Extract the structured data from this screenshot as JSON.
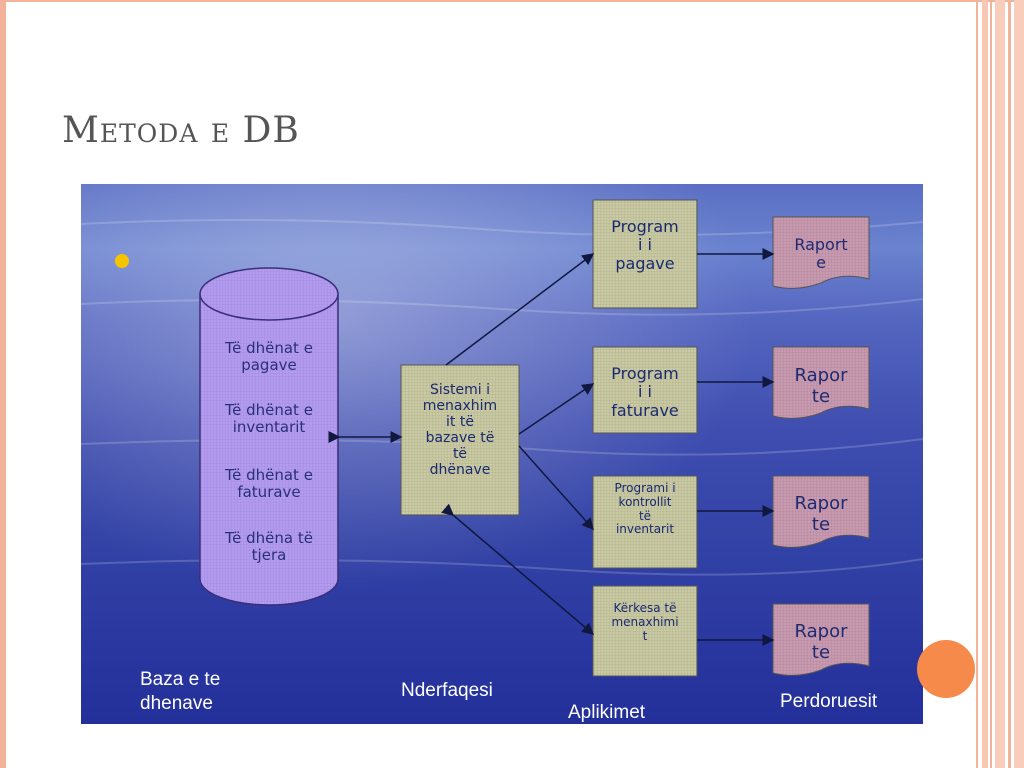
{
  "slide": {
    "title": "Metoda e DB"
  },
  "diagram": {
    "database_items": [
      "Të dhënat e\npagave",
      "Të dhënat e\ninventarit",
      "Të dhënat e\nfaturave",
      "Të dhëna të\ntjera"
    ],
    "interface_box": "Sistemi i\nmenaxhim\nit të\nbazave të\ntë\ndhënave",
    "programs": [
      "Program\ni i\npagave",
      "Program\ni i\nfaturave",
      "Programi i\nkontrollit\ntë\ninventarit",
      "Kërkesa të\nmenaxhimi\nt"
    ],
    "reports": [
      "Raport\ne",
      "Rapor\nte",
      "Rapor\nte",
      "Rapor\nte"
    ],
    "captions": {
      "database": "Baza e te\ndhenave",
      "interface": "Nderfaqesi",
      "applications": "Aplikimet",
      "users": "Perdoruesit"
    }
  },
  "colors": {
    "title": "#555555",
    "frame_accent": "#f3b29a",
    "orange_dot": "#f58a4a",
    "bullet": "#f5c400",
    "cylinder": "#b39cf0",
    "box": "#c9c9a4",
    "report": "#c89ab0"
  }
}
